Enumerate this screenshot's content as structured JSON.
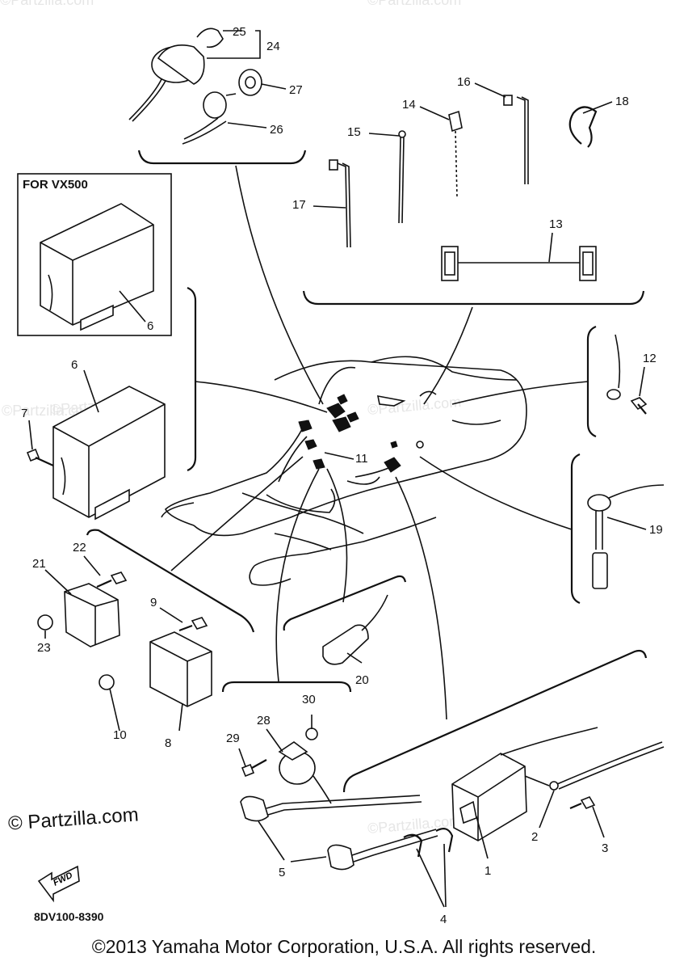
{
  "variant_label": "FOR VX500",
  "watermark": "©Partzilla.com",
  "partzilla": "© Partzilla.com",
  "drawing_code": "8DV100-8390",
  "fwd_label": "FWD",
  "copyright": "©2013 Yamaha Motor Corporation, U.S.A. All rights reserved.",
  "callouts": [
    "1",
    "2",
    "3",
    "4",
    "5",
    "6",
    "6",
    "7",
    "8",
    "9",
    "10",
    "11",
    "12",
    "13",
    "14",
    "15",
    "16",
    "17",
    "18",
    "19",
    "20",
    "21",
    "22",
    "23",
    "24",
    "25",
    "26",
    "27",
    "28",
    "29",
    "30"
  ]
}
